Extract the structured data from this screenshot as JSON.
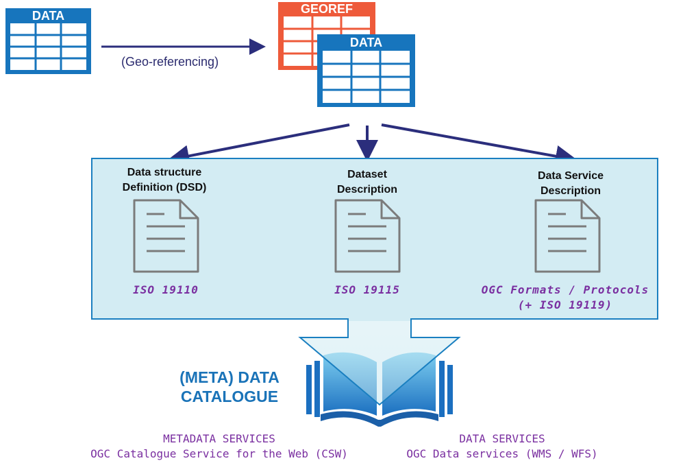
{
  "tables": {
    "data_left": "DATA",
    "georef": "GEOREF",
    "data_right": "DATA"
  },
  "arrow_label": "(Geo-referencing)",
  "panel": {
    "items": [
      {
        "title_line1": "Data structure",
        "title_line2": "Definition (DSD)",
        "standard_line1": "ISO 19110",
        "standard_line2": ""
      },
      {
        "title_line1": "Dataset",
        "title_line2": "Description",
        "standard_line1": "ISO 19115",
        "standard_line2": ""
      },
      {
        "title_line1": "Data Service",
        "title_line2": "Description",
        "standard_line1": "OGC Formats / Protocols",
        "standard_line2": "(+ ISO 19119)"
      }
    ]
  },
  "catalogue": {
    "line1": "(META) DATA",
    "line2": "CATALOGUE"
  },
  "services": {
    "metadata": {
      "line1": "METADATA SERVICES",
      "line2": "OGC Catalogue Service for the Web (CSW)"
    },
    "data": {
      "line1": "DATA SERVICES",
      "line2": "OGC Data services (WMS / WFS)"
    }
  },
  "colors": {
    "data_blue": "#1775bd",
    "georef_orange": "#ee5a3a",
    "arrow_navy": "#2b2e7c",
    "panel_fill": "#d3ecf3",
    "panel_border": "#1a7fc0",
    "doc_grey": "#7b7b7b",
    "standard_purple": "#7a2fa0",
    "catalogue_blue": "#1a73b8"
  }
}
